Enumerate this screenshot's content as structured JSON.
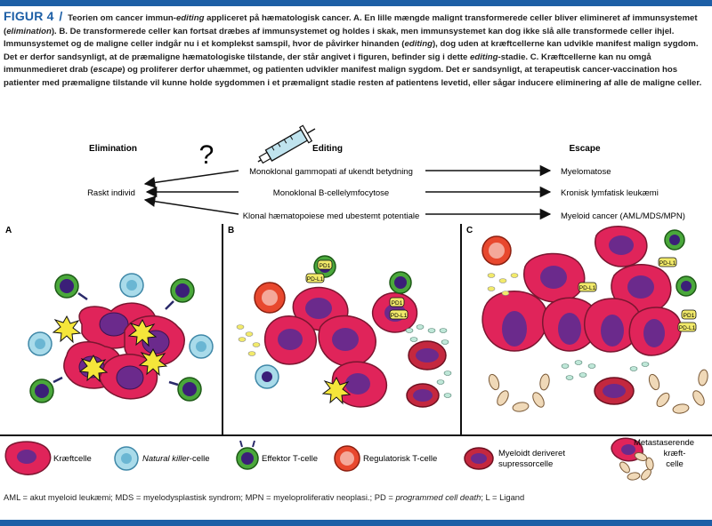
{
  "caption": {
    "figure_label": "FIGUR 4",
    "separator": "/",
    "parts": [
      {
        "t": "Teorien om cancer immun-",
        "i": false
      },
      {
        "t": "editing",
        "i": true
      },
      {
        "t": " appliceret på hæmatologisk cancer. A. En lille mængde malignt transformerede celler bliver elimineret af immunsystemet (",
        "i": false
      },
      {
        "t": "elimination",
        "i": true
      },
      {
        "t": "). B. De transformerede celler kan fortsat dræbes af immunsystemet og holdes i skak, men immunsystemet kan dog ikke slå alle transformede celler ihjel. Immunsystemet og de maligne celler indgår nu i et komplekst samspil, hvor de påvirker hinanden (",
        "i": false
      },
      {
        "t": "editing",
        "i": true
      },
      {
        "t": "), dog uden at kræftcellerne kan udvikle manifest malign sygdom. Det er derfor sandsynligt, at de præmaligne hæmatologiske tilstande, der står angivet i figuren, befinder sig i dette ",
        "i": false
      },
      {
        "t": "editing",
        "i": true
      },
      {
        "t": "-stadie. C. Kræftcellerne kan nu omgå immunmedieret drab (",
        "i": false
      },
      {
        "t": "escape",
        "i": true
      },
      {
        "t": ") og proliferer derfor uhæmmet, og patienten udvikler manifest malign sygdom. Det er sandsynligt, at terapeutisk cancer-vaccination hos patienter med præmaligne tilstande vil kunne holde sygdommen i et præmalignt stadie resten af patientens levetid, eller sågar inducere eliminering af alle de maligne celler.",
        "i": false
      }
    ]
  },
  "stages": {
    "elimination": "Elimination",
    "editing": "Editing",
    "escape": "Escape",
    "question_mark": "?",
    "healthy": "Raskt individ",
    "conditions": [
      "Monoklonal gammopati af ukendt betydning",
      "Monoklonal B-cellelymfocytose",
      "Klonal hæmatopoiese med ubestemt potentiale"
    ],
    "outcomes": [
      "Myelomatose",
      "Kronisk lymfatisk leukæmi",
      "Myeloid cancer (AML/MDS/MPN)"
    ]
  },
  "panels": {
    "a": "A",
    "b": "B",
    "c": "C"
  },
  "molecule_labels": {
    "pd1": "PD1",
    "pdl1": "PD-L1"
  },
  "legend": {
    "cancer_cell": "Kræftcelle",
    "nk_cell": "Natural killer",
    "nk_suffix": "-celle",
    "effector_t": "Effektor T-celle",
    "treg": "Regulatorisk T-celle",
    "mdsc_line1": "Myeloidt deriveret",
    "mdsc_line2": "supressorcelle",
    "meta_line1": "Metastaserende",
    "meta_line2": "kræft-",
    "meta_line3": "celle"
  },
  "footnote": {
    "parts": [
      {
        "t": "AML = akut myeloid leukæmi; MDS = myelodysplastisk syndrom; MPN =  myeloproliferativ neoplasi.; PD = ",
        "i": false
      },
      {
        "t": "programmed cell death",
        "i": true
      },
      {
        "t": "; L = Ligand",
        "i": false
      }
    ]
  },
  "colors": {
    "accent_blue": "#1d5fa6",
    "cancer_red": "#e0245a",
    "cancer_dark": "#7a1630",
    "nucleus_purple": "#6b2a8c",
    "nk_blue": "#a9dbea",
    "tcell_green": "#4aa83b",
    "treg_red": "#e8482e",
    "mdsc_red": "#c4283f",
    "pd_yellow": "#f2ea6a",
    "vessel_tan": "#f0d9b8"
  }
}
